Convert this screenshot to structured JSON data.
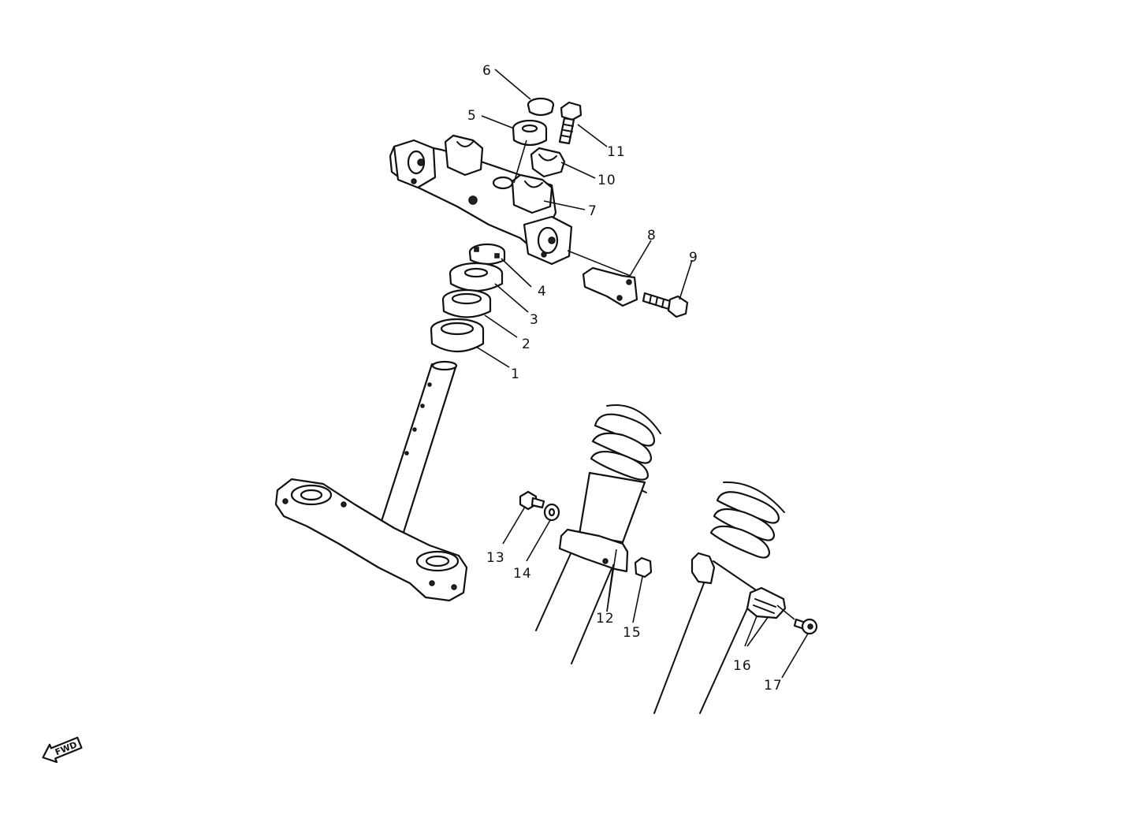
{
  "colors": {
    "ink": "#111111",
    "paper": "#ffffff"
  },
  "callouts": {
    "c1": "1",
    "c2": "2",
    "c3": "3",
    "c4": "4",
    "c5": "5",
    "c6": "6",
    "c7": "7",
    "c8": "8",
    "c9": "9",
    "c10": "10",
    "c11": "11",
    "c12": "12",
    "c13": "13",
    "c14": "14",
    "c15": "15",
    "c16": "16",
    "c17": "17"
  },
  "direction_indicator": {
    "label": "FWD",
    "icon": "arrow-left-icon"
  }
}
